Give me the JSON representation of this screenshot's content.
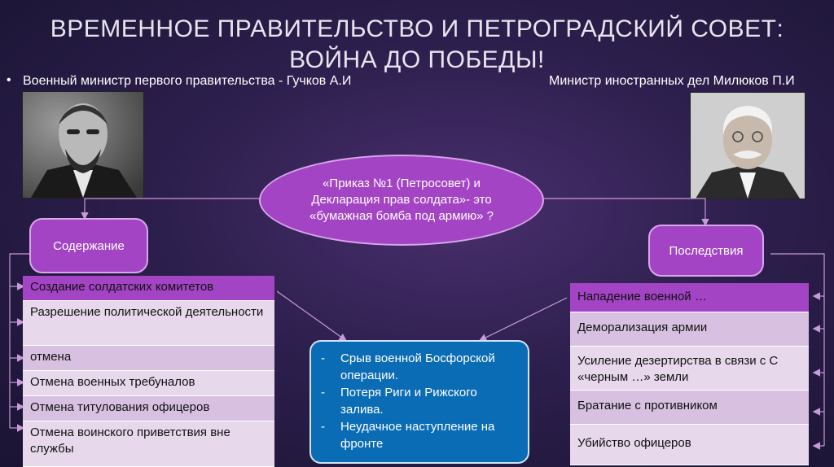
{
  "title_line1": "ВРЕМЕННОЕ ПРАВИТЕЛЬСТВО И ПЕТРОГРАДСКИЙ СОВЕТ:",
  "title_line2": "ВОЙНА ДО ПОБЕДЫ!",
  "left_caption": "Военный министр первого правительства - Гучков А.И",
  "right_caption": "Министр иностранных дел Милюков П.И",
  "bullet": "•",
  "question": "«Приказ №1 (Петросовет) и Декларация прав солдата»- это «бумажная бомба под армию» ?",
  "left_header": "Содержание",
  "right_header": "Последствия",
  "left_items": [
    "Создание солдатских комитетов",
    "Разрешение политической деятельности",
    "отмена",
    "Отмена военных требуналов",
    "Отмена титулования офицеров",
    "Отмена воинского приветствия вне службы"
  ],
  "right_items": [
    "Нападение военной …",
    "Деморализация армии",
    "Усиление дезертирства в связи с С «черным …» земли",
    "Братание с противником",
    "Убийство офицеров"
  ],
  "center_items": [
    "Срыв военной Босфорской операции.",
    "Потеря Риги и Рижского залива.",
    "Неудачное наступление на фронте"
  ],
  "dash": "-",
  "colors": {
    "accent": "#a344c4",
    "blue_box": "#0b6cb6",
    "row_light": "#e7d8ec"
  }
}
